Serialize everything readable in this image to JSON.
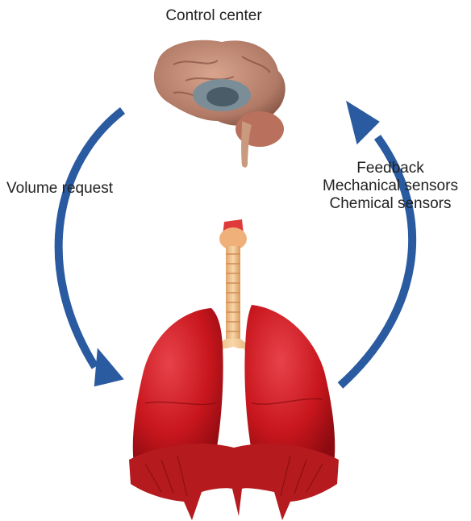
{
  "labels": {
    "control_center": "Control center",
    "volume_request": "Volume request",
    "feedback": "Feedback",
    "mechanical_sensors": "Mechanical sensors",
    "chemical_sensors": "Chemical sensors"
  },
  "colors": {
    "arrow": "#2a5aa0",
    "lung": "#c8161d",
    "brain": "#b07a66",
    "trachea": "#f2c28c"
  },
  "icons": [
    "brain-icon",
    "lungs-icon",
    "trachea-icon",
    "diaphragm-icon"
  ]
}
